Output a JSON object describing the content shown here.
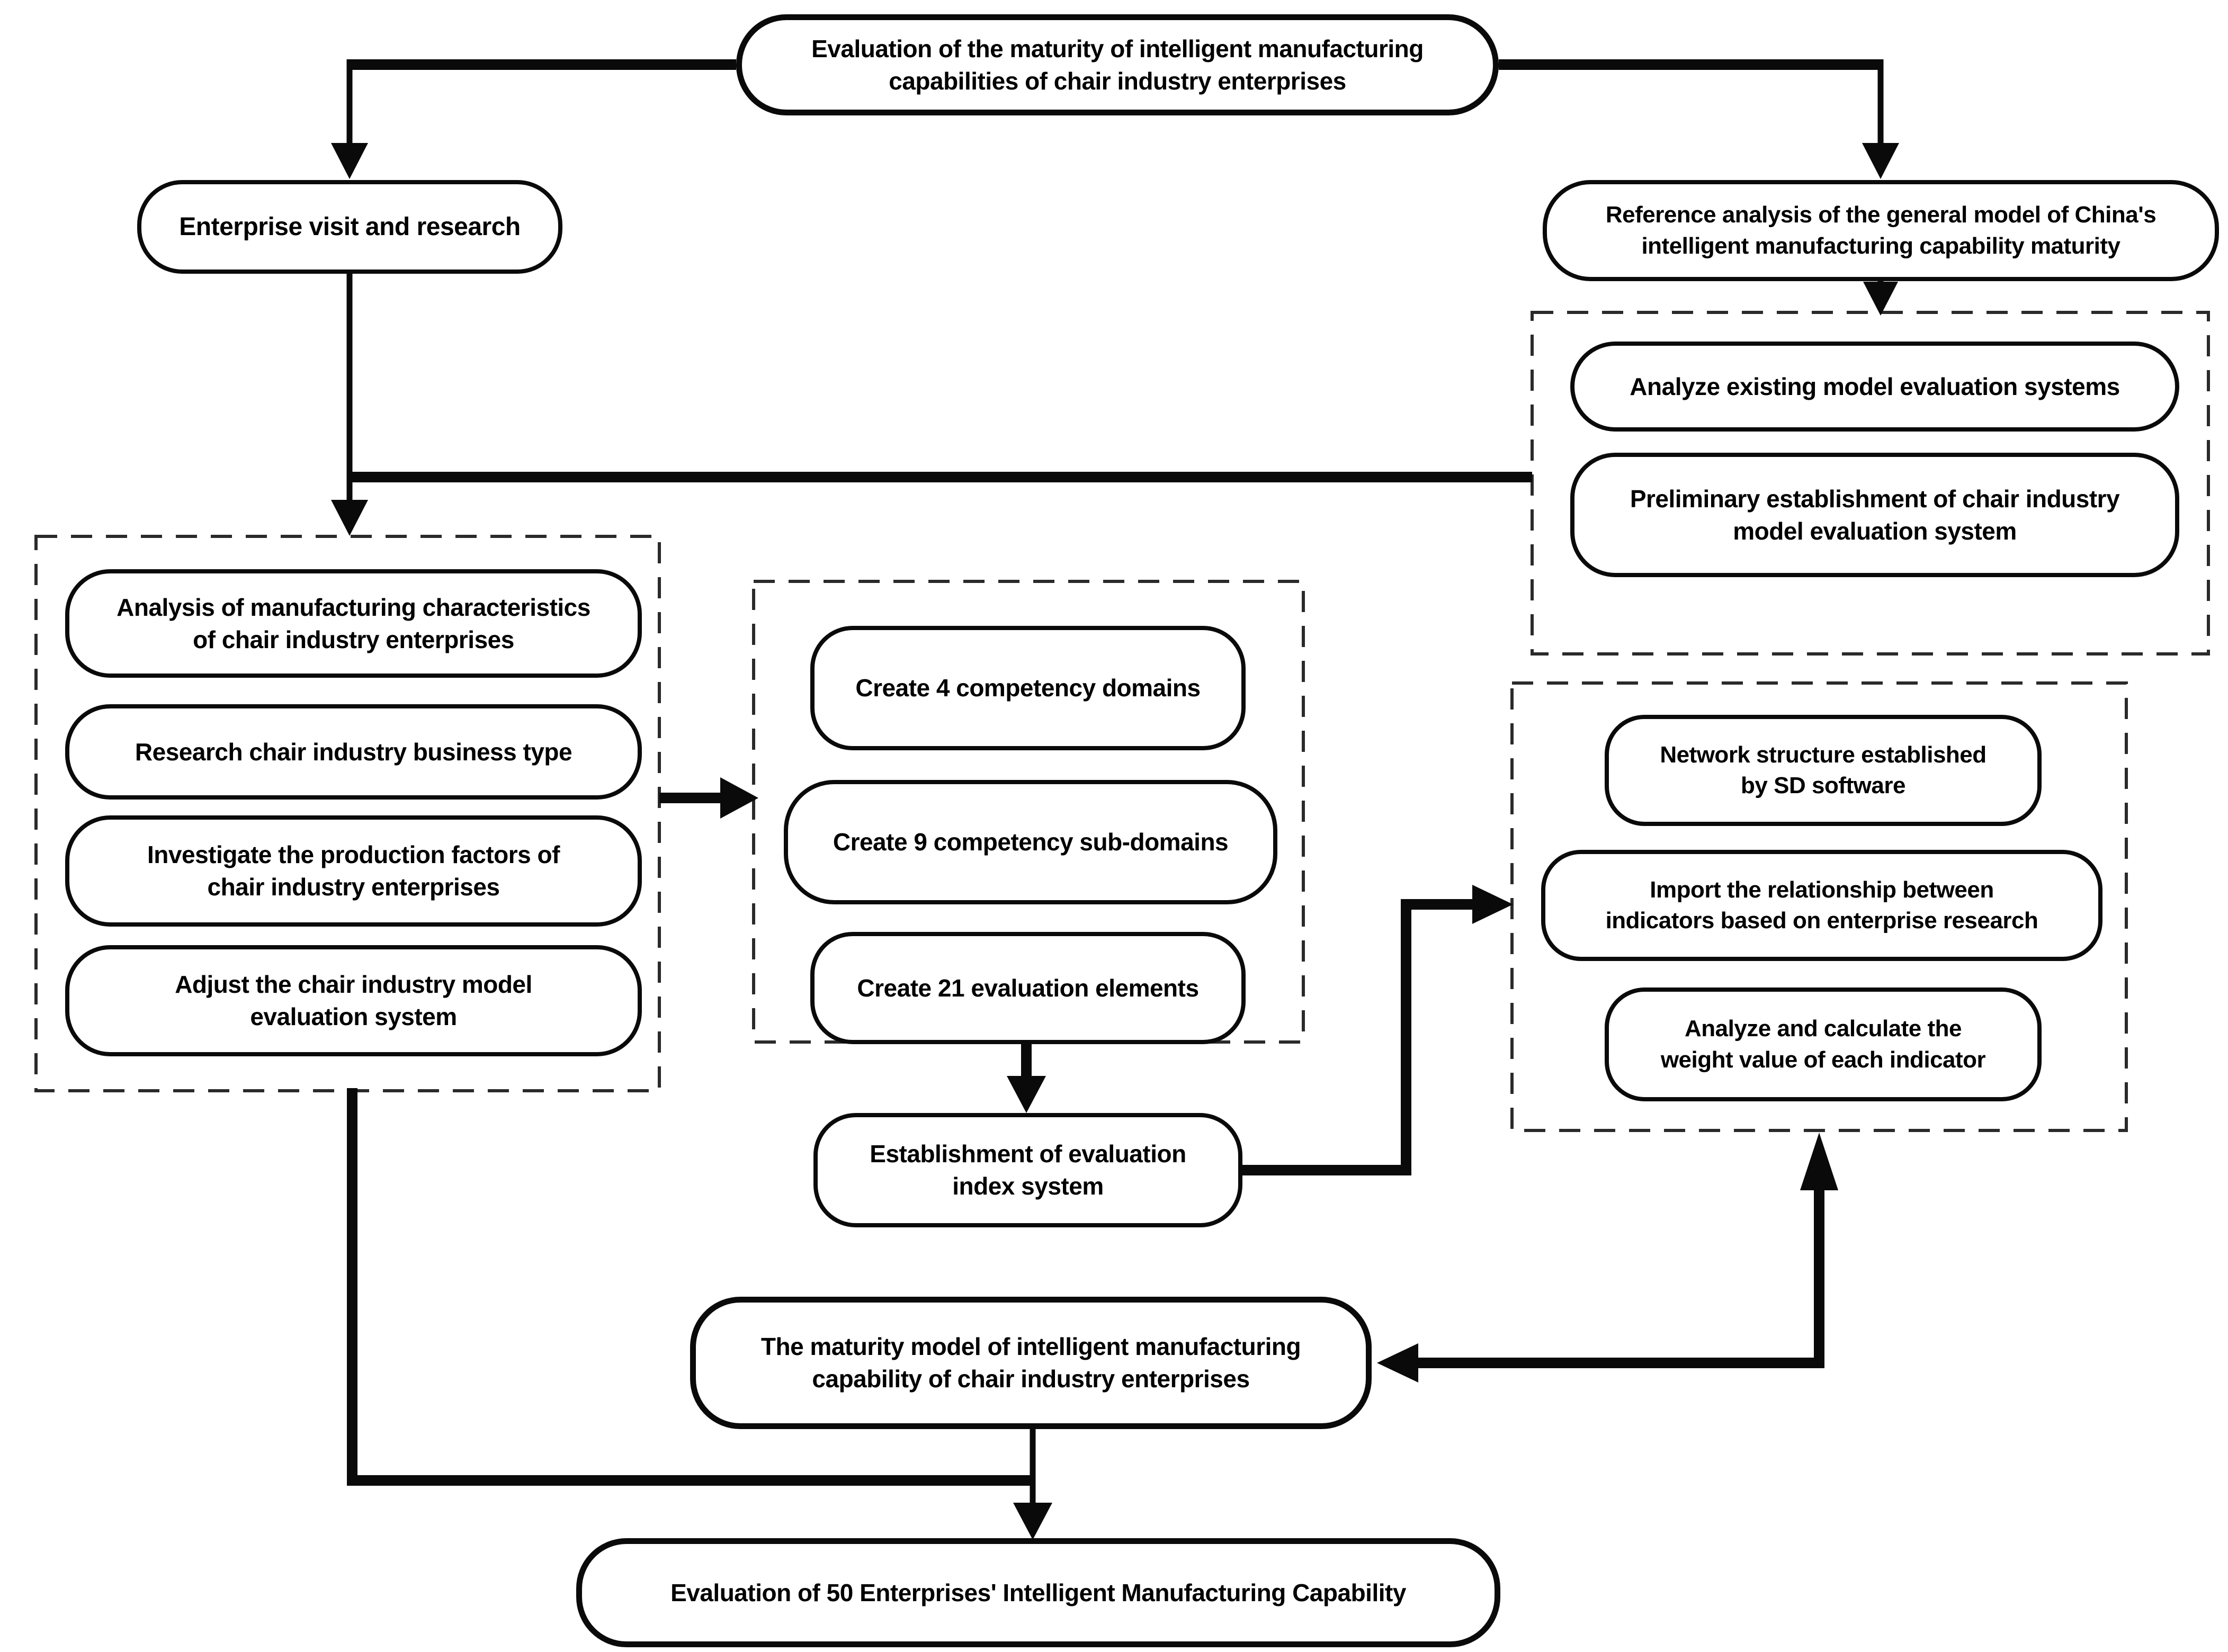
{
  "diagram": {
    "kind": "flowchart",
    "colors": {
      "ink": "#0a0a0a",
      "background": "#ffffff"
    },
    "nodes": {
      "top": {
        "label": "Evaluation of the maturity of intelligent manufacturing\ncapabilities of chair industry enterprises"
      },
      "enterprise_visit": {
        "label": "Enterprise visit and research"
      },
      "reference_analysis": {
        "label": "Reference analysis of the general model of China's\nintelligent manufacturing capability maturity"
      },
      "analyze_existing": {
        "label": "Analyze existing model evaluation systems"
      },
      "preliminary_establishment": {
        "label": "Preliminary establishment of chair industry\nmodel evaluation system"
      },
      "analysis_characteristics": {
        "label": "Analysis of manufacturing characteristics\nof chair industry enterprises"
      },
      "research_business_type": {
        "label": "Research chair industry business type"
      },
      "investigate_production": {
        "label": "Investigate the production factors of\nchair industry enterprises"
      },
      "adjust_model": {
        "label": "Adjust the chair industry model\nevaluation system"
      },
      "create_domains": {
        "label": "Create 4 competency domains"
      },
      "create_subdomains": {
        "label": "Create 9 competency sub-domains"
      },
      "create_elements": {
        "label": "Create 21 evaluation elements"
      },
      "establishment_index": {
        "label": "Establishment of evaluation\nindex system"
      },
      "network_structure": {
        "label": "Network structure established\nby SD software"
      },
      "import_relationship": {
        "label": "Import the relationship between\nindicators based on enterprise research"
      },
      "analyze_weight": {
        "label": "Analyze and calculate the\nweight value of each indicator"
      },
      "maturity_model": {
        "label": "The maturity model of intelligent manufacturing\ncapability of chair industry enterprises"
      },
      "evaluation_50": {
        "label": "Evaluation of 50 Enterprises' Intelligent Manufacturing Capability"
      }
    }
  }
}
